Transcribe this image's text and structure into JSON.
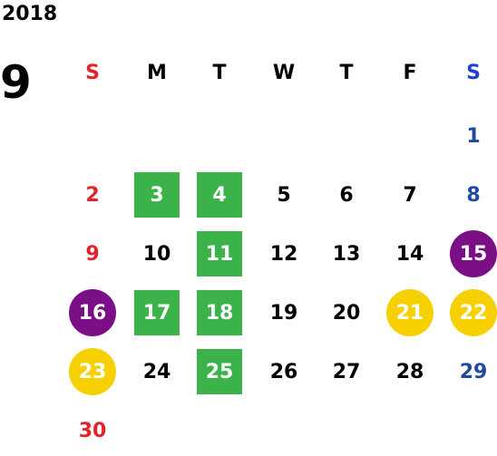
{
  "header": {
    "year": "2018",
    "month": "9"
  },
  "weekdays": [
    {
      "label": "S",
      "color": "#e0242a"
    },
    {
      "label": "M",
      "color": "#000000"
    },
    {
      "label": "T",
      "color": "#000000"
    },
    {
      "label": "W",
      "color": "#000000"
    },
    {
      "label": "T",
      "color": "#000000"
    },
    {
      "label": "F",
      "color": "#000000"
    },
    {
      "label": "S",
      "color": "#1f3fcf"
    }
  ],
  "days": [
    {
      "n": "1",
      "mark": "none"
    },
    {
      "n": "2",
      "mark": "none"
    },
    {
      "n": "3",
      "mark": "green-square"
    },
    {
      "n": "4",
      "mark": "green-square"
    },
    {
      "n": "5",
      "mark": "none"
    },
    {
      "n": "6",
      "mark": "none"
    },
    {
      "n": "7",
      "mark": "none"
    },
    {
      "n": "8",
      "mark": "none"
    },
    {
      "n": "9",
      "mark": "none"
    },
    {
      "n": "10",
      "mark": "none"
    },
    {
      "n": "11",
      "mark": "green-square"
    },
    {
      "n": "12",
      "mark": "none"
    },
    {
      "n": "13",
      "mark": "none"
    },
    {
      "n": "14",
      "mark": "none"
    },
    {
      "n": "15",
      "mark": "purple-circle"
    },
    {
      "n": "16",
      "mark": "purple-circle"
    },
    {
      "n": "17",
      "mark": "green-square"
    },
    {
      "n": "18",
      "mark": "green-square"
    },
    {
      "n": "19",
      "mark": "none"
    },
    {
      "n": "20",
      "mark": "none"
    },
    {
      "n": "21",
      "mark": "yellow-circle"
    },
    {
      "n": "22",
      "mark": "yellow-circle"
    },
    {
      "n": "23",
      "mark": "yellow-circle"
    },
    {
      "n": "24",
      "mark": "none"
    },
    {
      "n": "25",
      "mark": "green-square"
    },
    {
      "n": "26",
      "mark": "none"
    },
    {
      "n": "27",
      "mark": "none"
    },
    {
      "n": "28",
      "mark": "none"
    },
    {
      "n": "29",
      "mark": "none"
    },
    {
      "n": "30",
      "mark": "none"
    }
  ],
  "colors": {
    "sunday": "#e0242a",
    "saturday": "#1f4aa0",
    "green_square": "#3cb34a",
    "purple_circle": "#7a0f86",
    "yellow_circle": "#f6d000"
  }
}
